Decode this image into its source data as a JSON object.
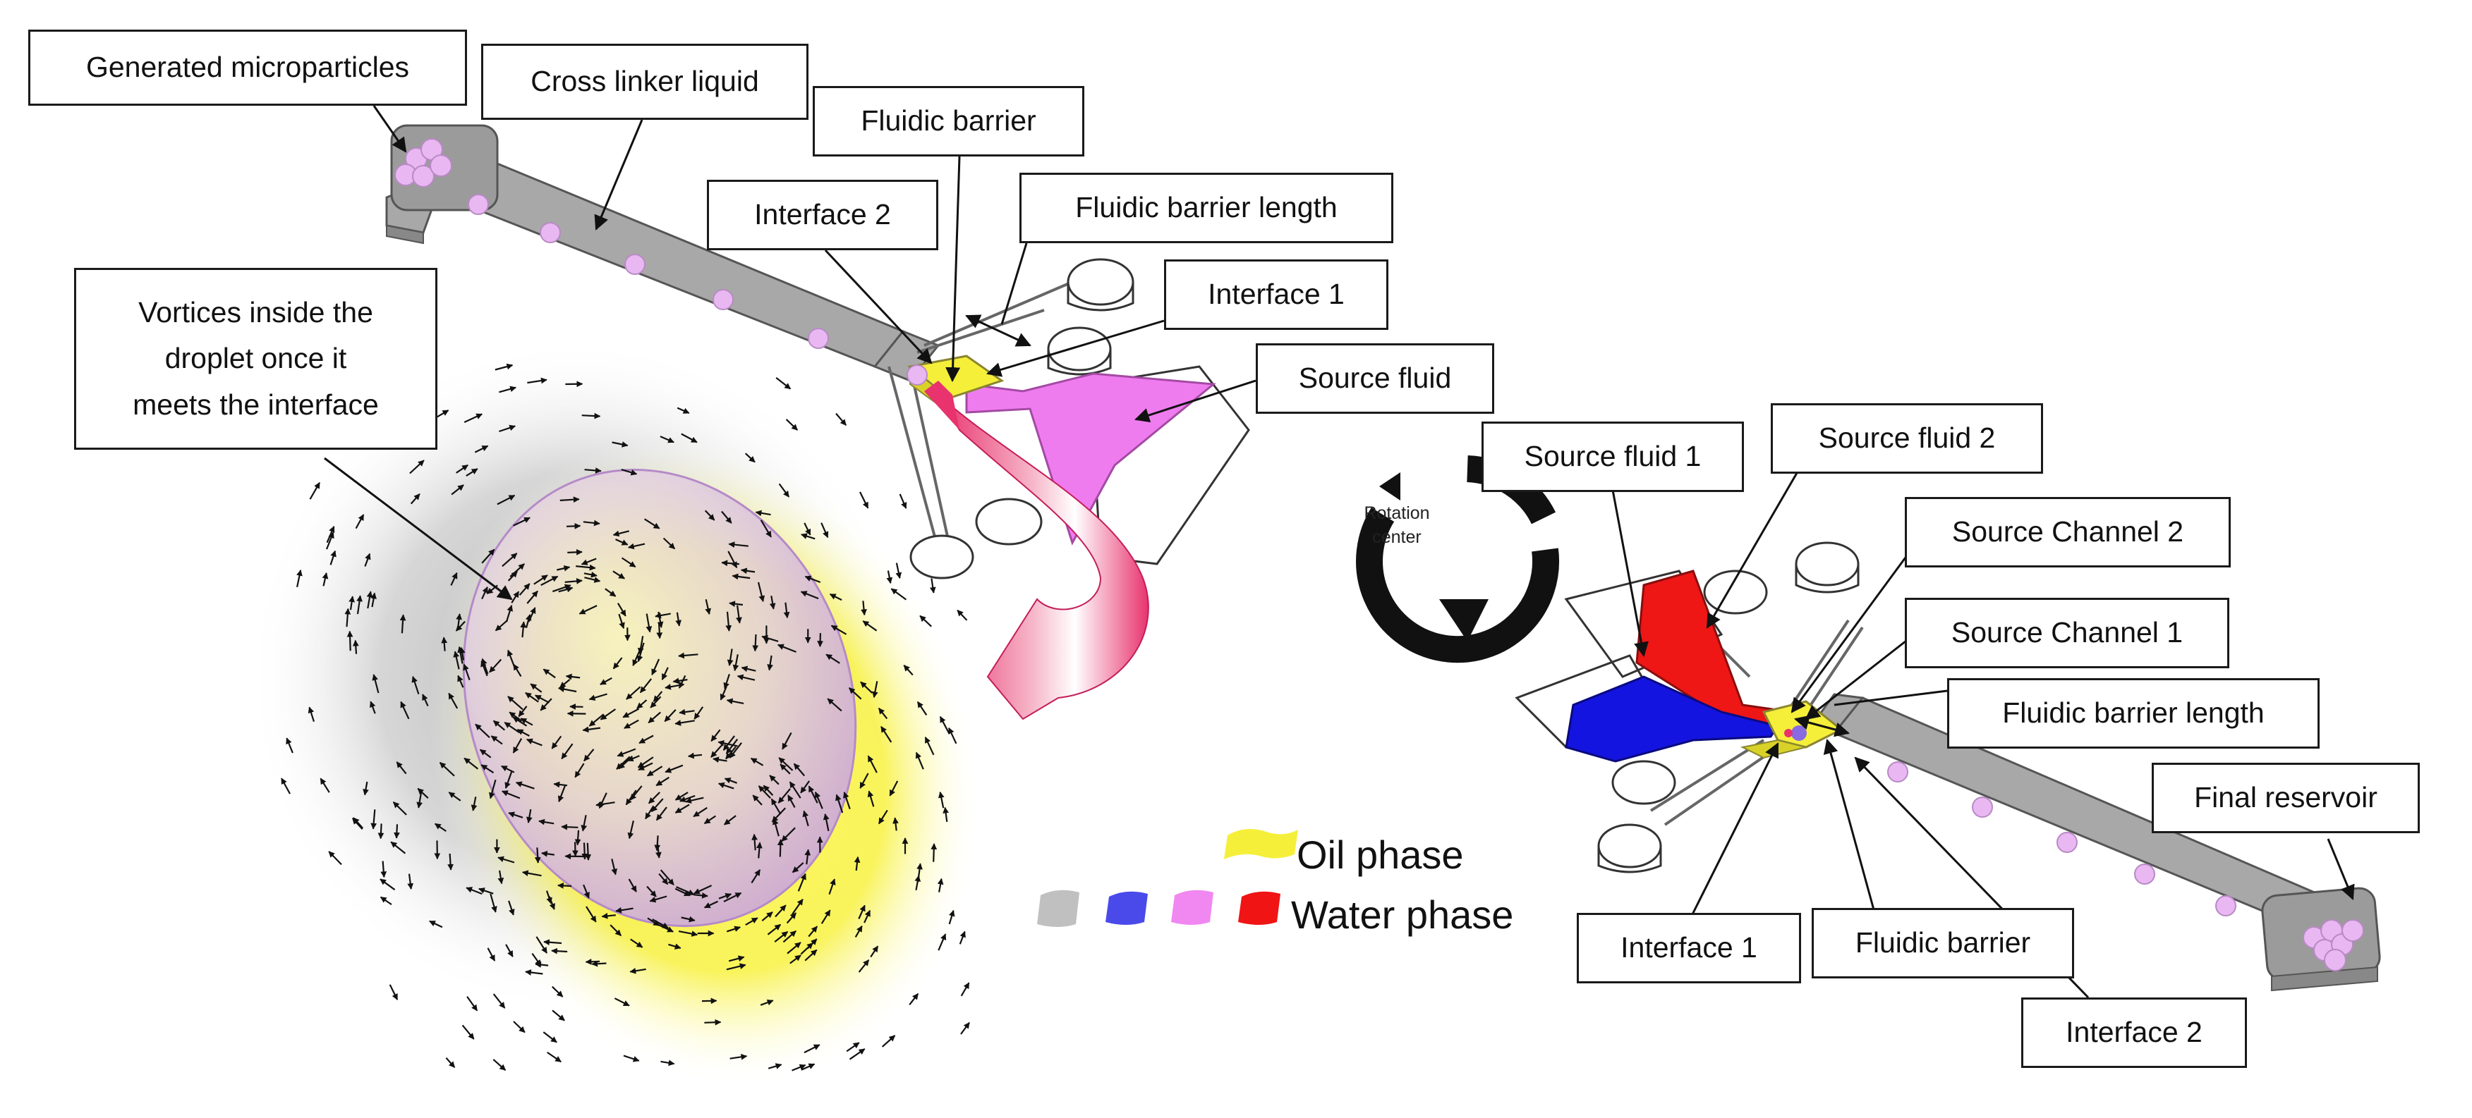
{
  "labels": {
    "generated_microparticles": "Generated microparticles",
    "cross_linker_liquid": "Cross linker liquid",
    "fluidic_barrier_top": "Fluidic barrier",
    "interface_2_left": "Interface 2",
    "fluidic_barrier_length_left": "Fluidic barrier length",
    "interface_1_left": "Interface 1",
    "source_fluid": "Source fluid",
    "vortices_line1": "Vortices inside the",
    "vortices_line2": "droplet once it",
    "vortices_line3": "meets the interface",
    "source_fluid_1": "Source fluid 1",
    "source_fluid_2": "Source fluid 2",
    "source_channel_2": "Source Channel 2",
    "source_channel_1": "Source Channel 1",
    "fluidic_barrier_length_right": "Fluidic barrier length",
    "final_reservoir": "Final reservoir",
    "interface_1_right": "Interface 1",
    "fluidic_barrier_bottom": "Fluidic barrier",
    "interface_2_right": "Interface 2"
  },
  "rotation": {
    "line1": "Rotation",
    "line2": "center"
  },
  "legend": {
    "oil_phase": "Oil phase",
    "water_phase": "Water phase"
  },
  "colors": {
    "oil": "#f5f03c",
    "water_gray": "#a0a0a0",
    "water_blue": "#1414e0",
    "water_magenta": "#f07af0",
    "water_red": "#f01414",
    "arrow_pink": "#e8336e",
    "particle": "#e9b8f2"
  }
}
